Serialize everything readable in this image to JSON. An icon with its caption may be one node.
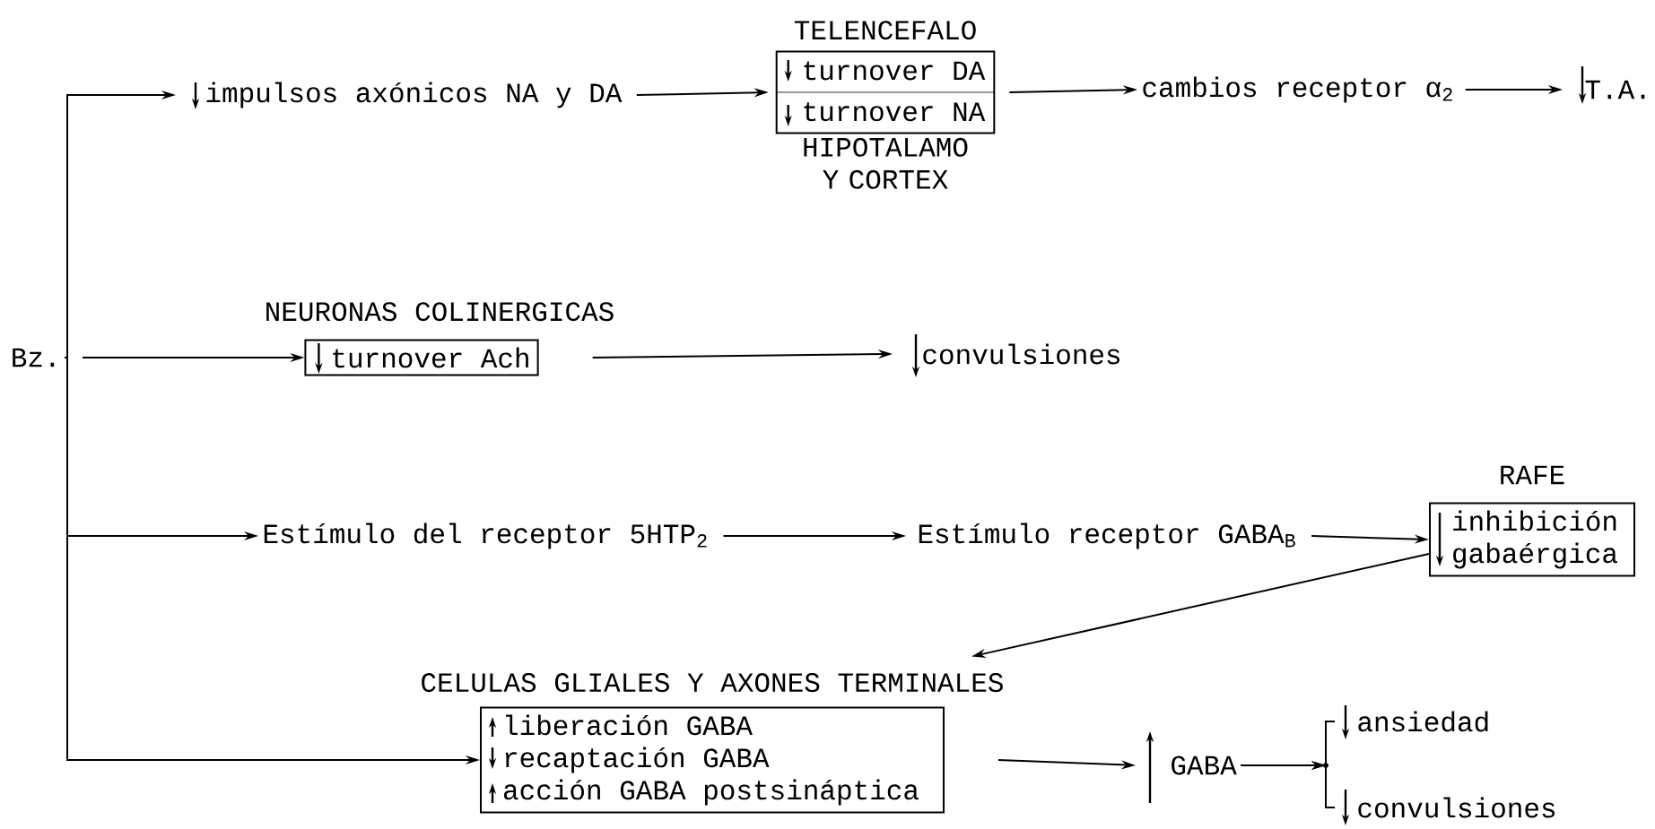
{
  "diagram": {
    "nodes": [
      {
        "text": [
          "Bz."
        ]
      },
      {
        "text": [
          "impulsos axónicos NA y DA"
        ]
      },
      {
        "text": [
          "TELENCEFALO",
          "turnover DA",
          "turnover NA",
          "HIPOTALAMO Y CORTEX"
        ]
      },
      {
        "text": [
          "cambios receptor α$_{2}$"
        ]
      },
      {
        "text": [
          "T.A."
        ]
      },
      {
        "text": [
          "NEURONAS COLINERGICAS",
          "turnover Ach"
        ]
      },
      {
        "text": [
          "convulsiones"
        ]
      },
      {
        "text": [
          "Estímulo del receptor 5HTP$_{2}$"
        ]
      },
      {
        "text": [
          "Estímulo receptor GABA$_{B}$"
        ]
      },
      {
        "text": [
          "RAFE",
          "inhibición gabaérgica"
        ]
      },
      {
        "text": [
          "CELULAS GLIALES Y AXONES TERMINALES",
          "liberación GABA",
          "recaptación GABA",
          "acción GABA postsináptica"
        ]
      },
      {
        "text": [
          "GABA"
        ]
      },
      {
        "text": [
          "ansiedad"
        ]
      },
      {
        "text": [
          "convulsiones"
        ]
      }
    ],
    "edges": [
      {
        "from": 0,
        "to": 1,
        "arrow": "to"
      },
      {
        "from": 0,
        "to": 5,
        "arrow": "to"
      },
      {
        "from": 0,
        "to": 7,
        "arrow": "to"
      },
      {
        "from": 0,
        "to": 10,
        "arrow": "to"
      },
      {
        "from": 1,
        "to": 2,
        "arrow": "to"
      },
      {
        "from": 2,
        "to": 3,
        "arrow": "to"
      },
      {
        "from": 3,
        "to": 4,
        "arrow": "to"
      },
      {
        "from": 5,
        "to": 6,
        "arrow": "to"
      },
      {
        "from": 7,
        "to": 8,
        "arrow": "to"
      },
      {
        "from": 8,
        "to": 9,
        "arrow": "to"
      },
      {
        "from": 9,
        "to": 10,
        "arrow": "to"
      },
      {
        "from": 10,
        "to": 11,
        "arrow": "to"
      },
      {
        "from": 11,
        "to": 12,
        "arrow": "to"
      },
      {
        "from": 11,
        "to": 13,
        "arrow": "to"
      }
    ]
  }
}
